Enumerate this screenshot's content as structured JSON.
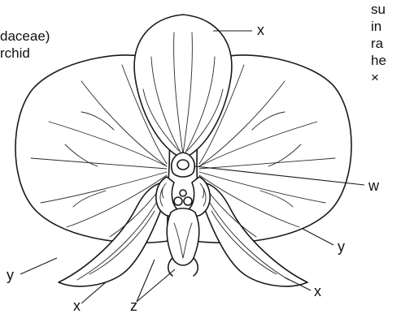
{
  "left_text": {
    "line1": "daceae)",
    "line2": "rchid"
  },
  "right_text": {
    "line1": "su",
    "line2": "in",
    "line3": "ra",
    "line4": "he",
    "line5": "×"
  },
  "labels": {
    "w": "w",
    "x_dorsal": "x",
    "x_lower_left": "x",
    "x_lower_right": "x",
    "y_left": "y",
    "y_right": "y",
    "z": "z"
  }
}
